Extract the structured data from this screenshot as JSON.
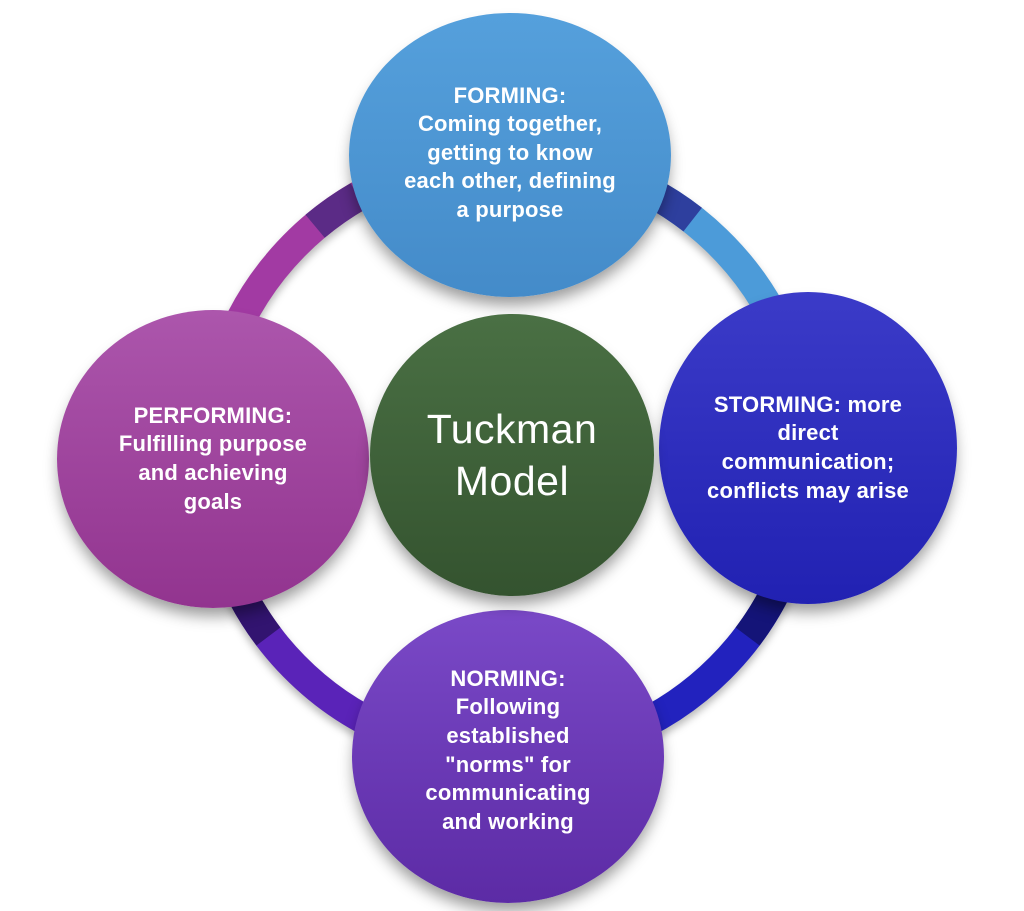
{
  "diagram": {
    "title": "Tuckman Model",
    "type": "cycle-diagram",
    "background_color": "#FFFFFF",
    "text_color": "#FFFFFF",
    "center_node": {
      "label": "Tuckman Model",
      "lines": [
        "Tuckman",
        "Model"
      ],
      "color_top": "#4A7044",
      "color_bottom": "#34532F"
    },
    "nodes": {
      "forming": {
        "stage": "FORMING",
        "position": "top",
        "lines": [
          "FORMING:",
          "Coming together,",
          "getting to know",
          "each other, defining",
          "a purpose"
        ],
        "color_top": "#55A0DC",
        "color_bottom": "#448BC9"
      },
      "storming": {
        "stage": "STORMING",
        "position": "right",
        "lines": [
          "STORMING: more",
          "direct",
          "communication;",
          "conflicts may arise"
        ],
        "color_top": "#3B3BC8",
        "color_bottom": "#2121B2"
      },
      "norming": {
        "stage": "NORMING",
        "position": "bottom",
        "lines": [
          "NORMING:",
          "Following",
          "established",
          "\"norms\" for",
          "communicating",
          "and working"
        ],
        "color_top": "#7A49C7",
        "color_bottom": "#5C2BA5"
      },
      "performing": {
        "stage": "PERFORMING",
        "position": "left",
        "lines": [
          "PERFORMING:",
          "Fulfilling purpose",
          "and achieving",
          "goals"
        ],
        "color_top": "#AC56AC",
        "color_bottom": "#92348F"
      }
    },
    "ring": {
      "segments": {
        "forming_to_storming": "#4C9BD9",
        "storming_to_norming": "#2222BE",
        "norming_to_performing": "#5A23B8",
        "performing_to_forming": "#A23AA3"
      },
      "junction_shades": {
        "left_of_forming": "#5B2B86",
        "right_of_forming": "#2E3F9E",
        "below_storming": "#141478",
        "below_performing": "#321470"
      }
    }
  }
}
